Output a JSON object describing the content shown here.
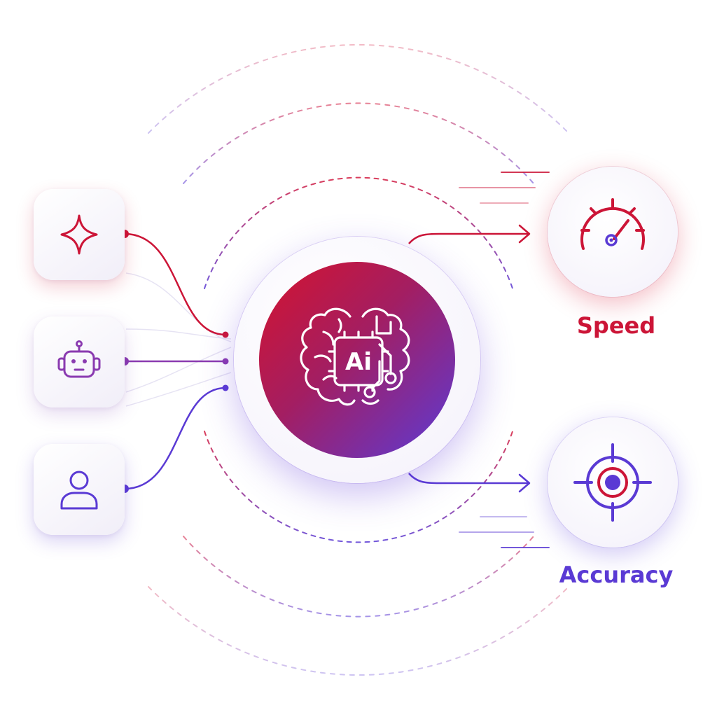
{
  "hub": {
    "text": "Ai"
  },
  "inputs": [
    {
      "icon": "sparkle-icon"
    },
    {
      "icon": "robot-icon"
    },
    {
      "icon": "user-icon"
    }
  ],
  "outputs": {
    "speed": {
      "label": "Speed",
      "icon": "speedometer-icon"
    },
    "accuracy": {
      "label": "Accuracy",
      "icon": "target-icon"
    }
  },
  "colors": {
    "red": "#cc1537",
    "purple": "#8a3ab0",
    "blue": "#5a3ad4"
  }
}
